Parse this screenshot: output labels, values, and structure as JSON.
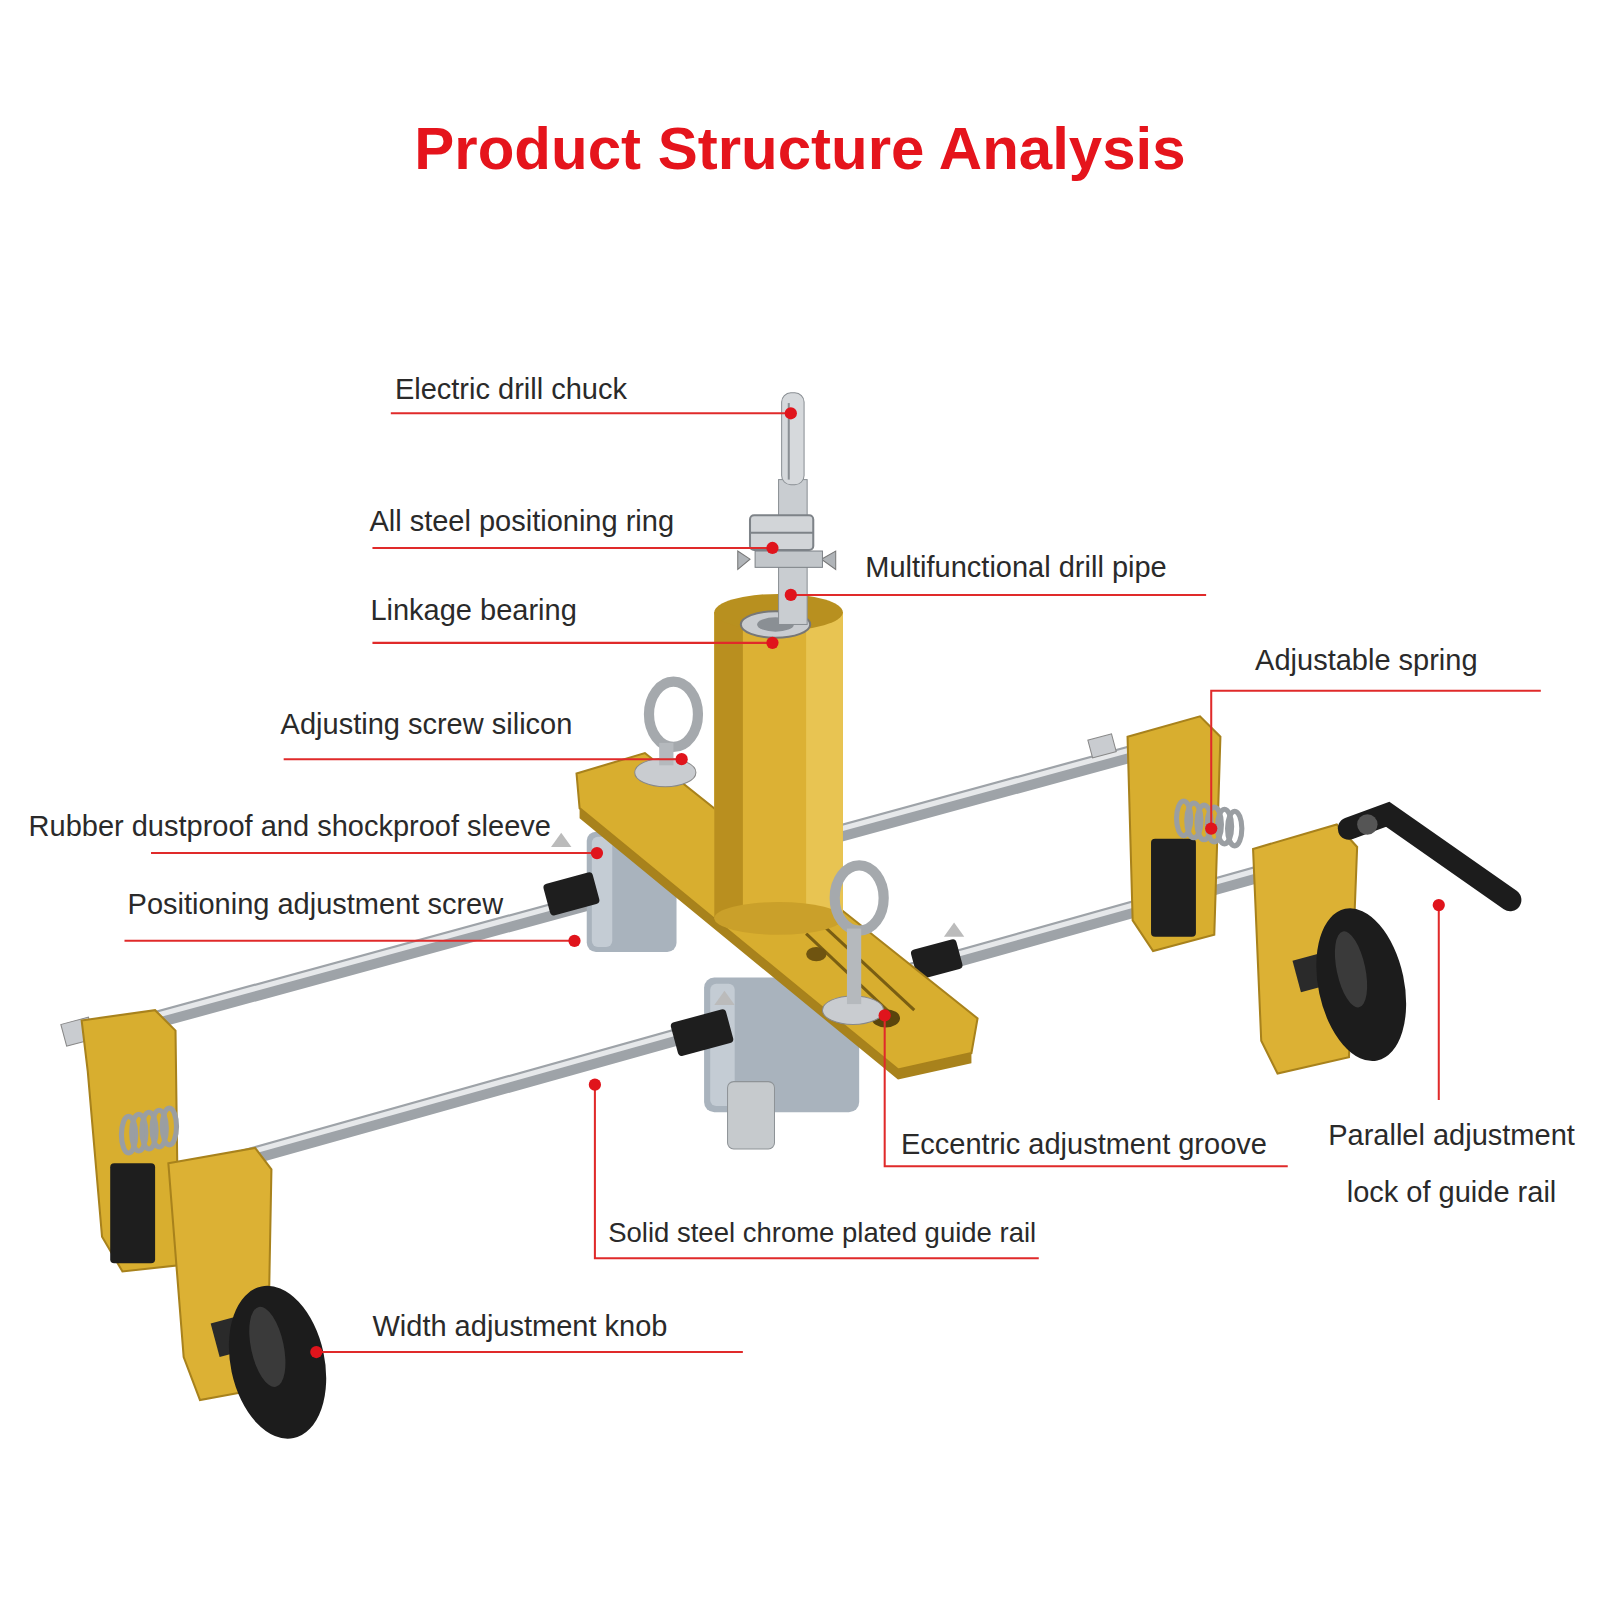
{
  "diagram": {
    "title": "Product Structure Analysis",
    "labels": [
      "Electric drill chuck",
      "All steel positioning ring",
      "Multifunctional drill pipe",
      "Linkage bearing",
      "Adjustable spring",
      "Adjusting screw silicon",
      "Rubber dustproof and shockproof sleeve",
      "Positioning adjustment screw",
      "Parallel adjustment lock of guide rail",
      "Eccentric adjustment groove",
      "Solid steel chrome plated guide rail",
      "Width adjustment knob"
    ]
  }
}
